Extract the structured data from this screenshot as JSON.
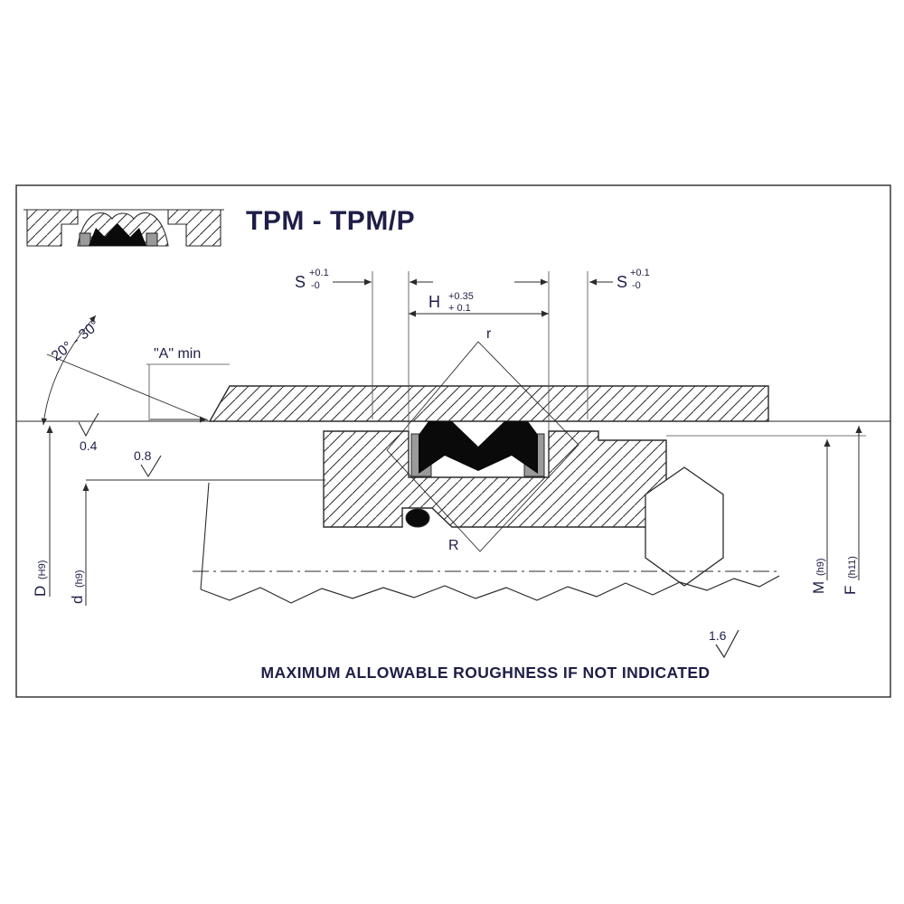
{
  "drawing": {
    "title": "TPM - TPM/P",
    "footer_note": "MAXIMUM ALLOWABLE ROUGHNESS IF NOT INDICATED",
    "dimensions": {
      "s_left": {
        "label": "S",
        "tol_upper": "+0.1",
        "tol_lower": "-0"
      },
      "groove_width": {
        "label": "H",
        "tol_upper": "+0.35",
        "tol_lower": "+ 0.1"
      },
      "s_right": {
        "label": "S",
        "tol_upper": "+0.1",
        "tol_lower": "-0"
      },
      "lead_in_chamfer": {
        "label": "\"A\" min"
      },
      "chamfer_angle": {
        "label": "20° - 30°"
      },
      "corner_radius_small": {
        "label": "r"
      },
      "corner_radius_large": {
        "label": "R"
      },
      "bore_diameter": {
        "label": "D",
        "fit": "(H9)"
      },
      "rod_diameter": {
        "label": "d",
        "fit": "(h9)"
      },
      "groove_diameter": {
        "label": "M",
        "fit": "(h9)"
      },
      "flange_diameter": {
        "label": "F",
        "fit": "(h11)"
      }
    },
    "roughness": {
      "bore": "0.4",
      "face": "0.8",
      "general": "1.6"
    },
    "colors": {
      "line": "#2b2b2b",
      "text": "#1e1e48",
      "seal": "#0a0a0a",
      "backup_ring": "#9a9a9a",
      "background": "#ffffff"
    }
  }
}
